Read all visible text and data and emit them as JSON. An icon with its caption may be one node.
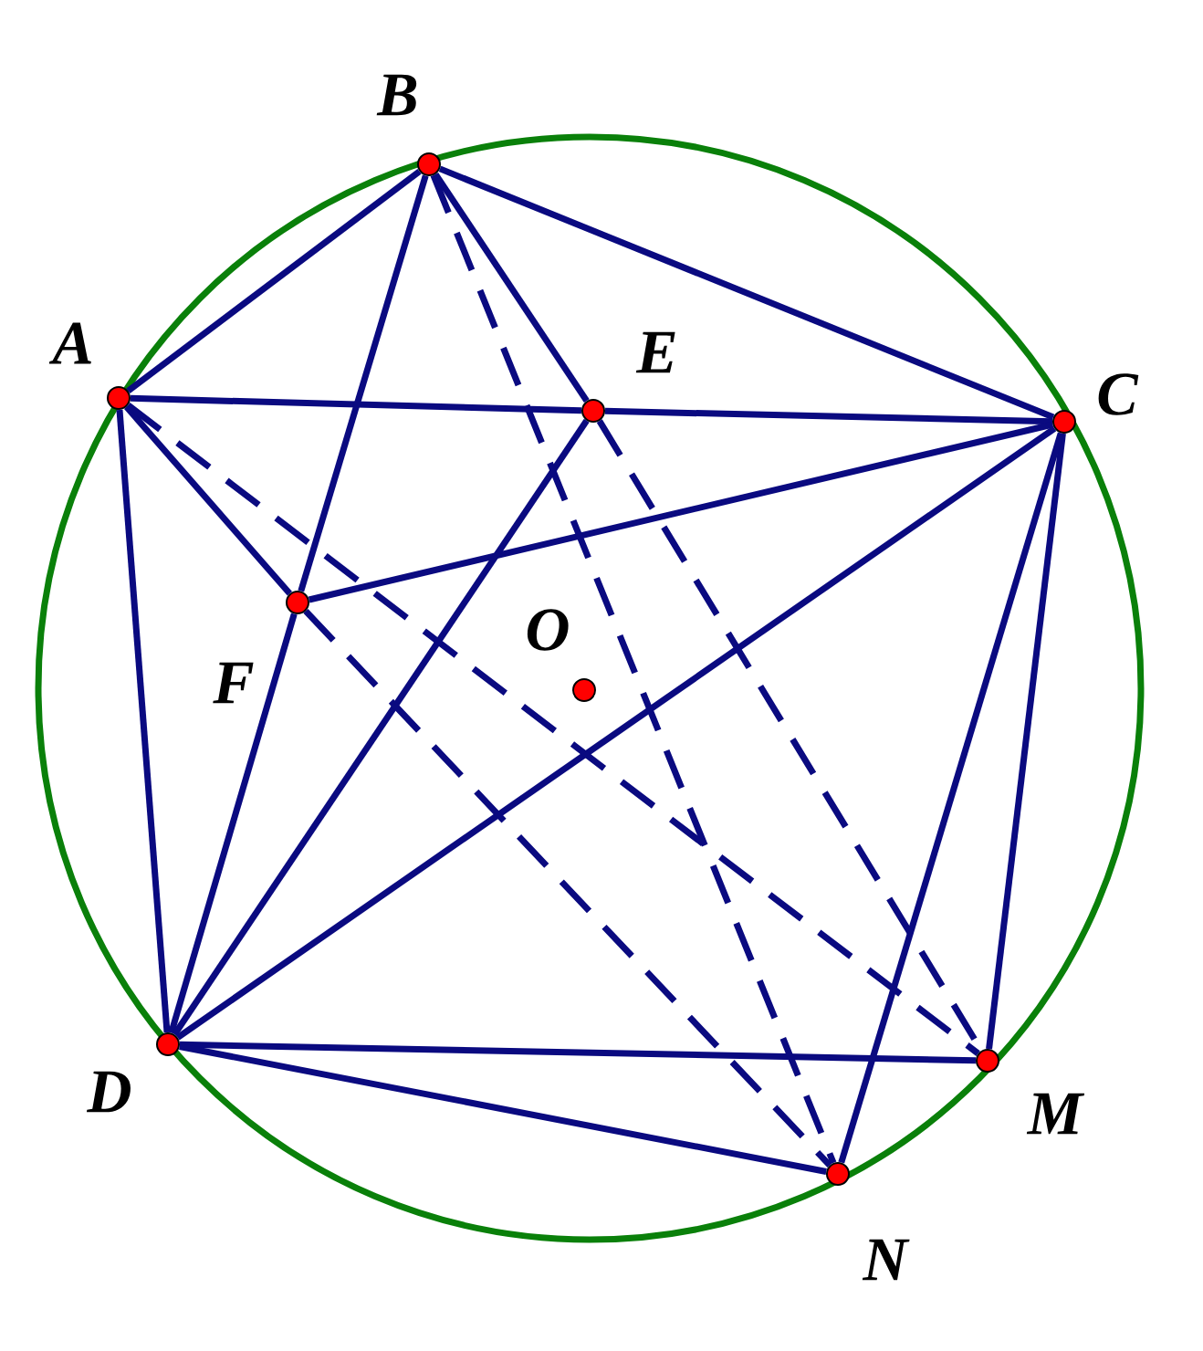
{
  "diagram": {
    "nodes": [
      {
        "text": [],
        "shape": "circle",
        "beside": [
          "B"
        ]
      },
      {
        "text": [],
        "shape": "circle",
        "beside": [
          "A"
        ]
      },
      {
        "text": [],
        "shape": "circle",
        "beside": [
          "E"
        ]
      },
      {
        "text": [],
        "shape": "circle",
        "beside": [
          "C"
        ]
      },
      {
        "text": [],
        "shape": "circle",
        "beside": [
          "F"
        ]
      },
      {
        "text": [],
        "shape": "circle",
        "beside": [
          "O"
        ]
      },
      {
        "text": [],
        "shape": "circle",
        "beside": [
          "D"
        ]
      },
      {
        "text": [],
        "shape": "circle",
        "beside": [
          "M"
        ]
      },
      {
        "text": [],
        "shape": "circle",
        "beside": [
          "N"
        ]
      }
    ],
    "edges": [
      {
        "from": 1,
        "to": 0,
        "arrow": "none"
      },
      {
        "from": 0,
        "to": 3,
        "arrow": "none"
      },
      {
        "from": 1,
        "to": 2,
        "arrow": "none"
      },
      {
        "from": 2,
        "to": 3,
        "arrow": "none"
      },
      {
        "from": 1,
        "to": 6,
        "arrow": "none"
      },
      {
        "from": 0,
        "to": 4,
        "arrow": "none"
      },
      {
        "from": 4,
        "to": 6,
        "arrow": "none"
      },
      {
        "from": 1,
        "to": 4,
        "arrow": "none"
      },
      {
        "from": 4,
        "to": 3,
        "arrow": "none"
      },
      {
        "from": 0,
        "to": 2,
        "arrow": "none"
      },
      {
        "from": 2,
        "to": 6,
        "arrow": "none"
      },
      {
        "from": 6,
        "to": 3,
        "arrow": "none"
      },
      {
        "from": 6,
        "to": 7,
        "arrow": "none"
      },
      {
        "from": 6,
        "to": 8,
        "arrow": "none"
      },
      {
        "from": 3,
        "to": 7,
        "arrow": "none"
      },
      {
        "from": 3,
        "to": 8,
        "arrow": "none"
      },
      {
        "from": 0,
        "to": 8,
        "arrow": "none",
        "style": "dashed"
      },
      {
        "from": 2,
        "to": 7,
        "arrow": "none",
        "style": "dashed"
      },
      {
        "from": 1,
        "to": 7,
        "arrow": "none",
        "style": "dashed"
      },
      {
        "from": 4,
        "to": 8,
        "arrow": "none",
        "style": "dashed"
      }
    ]
  }
}
